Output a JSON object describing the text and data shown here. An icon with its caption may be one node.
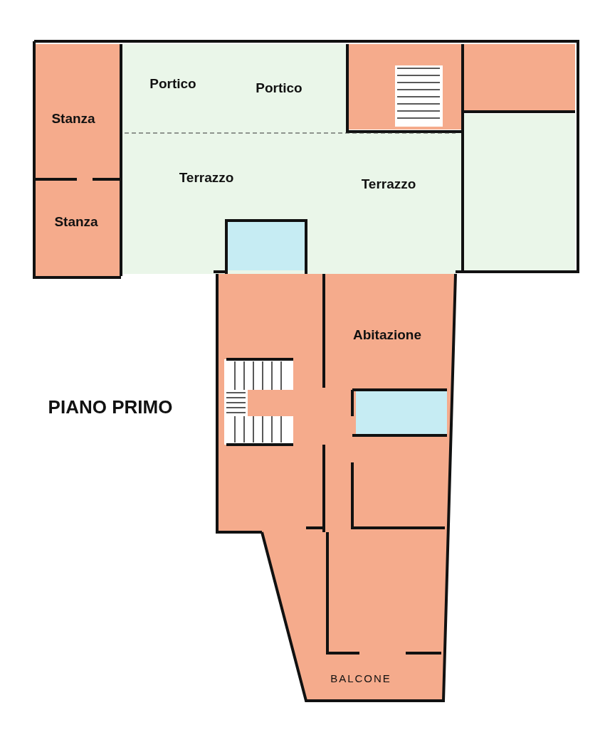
{
  "diagram": {
    "labels": [
      "Portico",
      "Portico",
      "Stanza",
      "Terrazzo",
      "Terrazzo",
      "Stanza",
      "Abitazione",
      "PIANO PRIMO",
      "BALCONE"
    ]
  }
}
